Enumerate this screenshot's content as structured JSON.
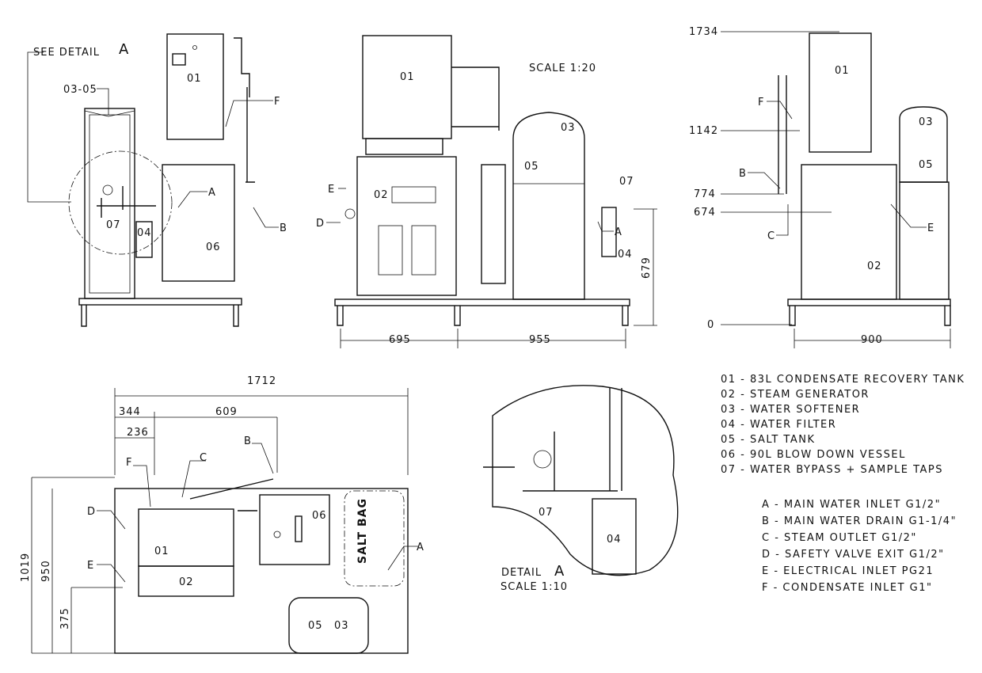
{
  "front_view": {
    "see_detail": "SEE DETAIL",
    "detail_letter": "A",
    "labels": {
      "group_03_05": "03-05",
      "tank_01": "01",
      "inlet_f": "F",
      "inlet_a": "A",
      "bypass_07": "07",
      "filter_04": "04",
      "vessel_06": "06",
      "drain_b": "B"
    }
  },
  "side_view": {
    "scale": "SCALE  1:20",
    "labels": {
      "tank_01": "01",
      "softener_03": "03",
      "salt_05": "05",
      "generator_02": "02",
      "elec_e": "E",
      "safety_d": "D",
      "bypass_07": "07",
      "inlet_a": "A",
      "filter_04": "04"
    },
    "dims": {
      "left_width": "695",
      "right_width": "955",
      "height": "679"
    }
  },
  "rear_view": {
    "levels": [
      "1734",
      "1142",
      "774",
      "674",
      "0"
    ],
    "labels": {
      "tank_01": "01",
      "inlet_f": "F",
      "softener_03": "03",
      "salt_05": "05",
      "drain_b": "B",
      "steam_c": "C",
      "elec_e": "E",
      "generator_02": "02"
    },
    "dims": {
      "width": "900"
    }
  },
  "plan_view": {
    "dims": {
      "total_length": "1712",
      "offset_344": "344",
      "offset_609": "609",
      "offset_236": "236",
      "depth_1019": "1019",
      "depth_950": "950",
      "depth_375": "375"
    },
    "labels": {
      "inlet_f": "F",
      "steam_c": "C",
      "drain_b": "B",
      "safety_d": "D",
      "tank_01": "01",
      "elec_e": "E",
      "generator_02": "02",
      "vessel_06": "06",
      "salt_bag": "SALT BAG",
      "inlet_a": "A",
      "salt_05": "05",
      "softener_03": "03"
    }
  },
  "detail_view": {
    "title": "DETAIL",
    "letter": "A",
    "scale": "SCALE   1:10",
    "labels": {
      "bypass_07": "07",
      "filter_04": "04"
    }
  },
  "legend": {
    "components": [
      "01 - 83L CONDENSATE RECOVERY TANK",
      "02 - STEAM GENERATOR",
      "03 - WATER SOFTENER",
      "04 - WATER FILTER",
      "05 - SALT TANK",
      "06 - 90L BLOW DOWN VESSEL",
      "07 - WATER BYPASS + SAMPLE TAPS"
    ],
    "connections": [
      "A - MAIN WATER INLET G1/2\"",
      "B - MAIN WATER DRAIN G1-1/4\"",
      "C - STEAM OUTLET G1/2\"",
      "D - SAFETY VALVE EXIT G1/2\"",
      "E - ELECTRICAL INLET PG21",
      "F - CONDENSATE INLET G1\""
    ]
  }
}
